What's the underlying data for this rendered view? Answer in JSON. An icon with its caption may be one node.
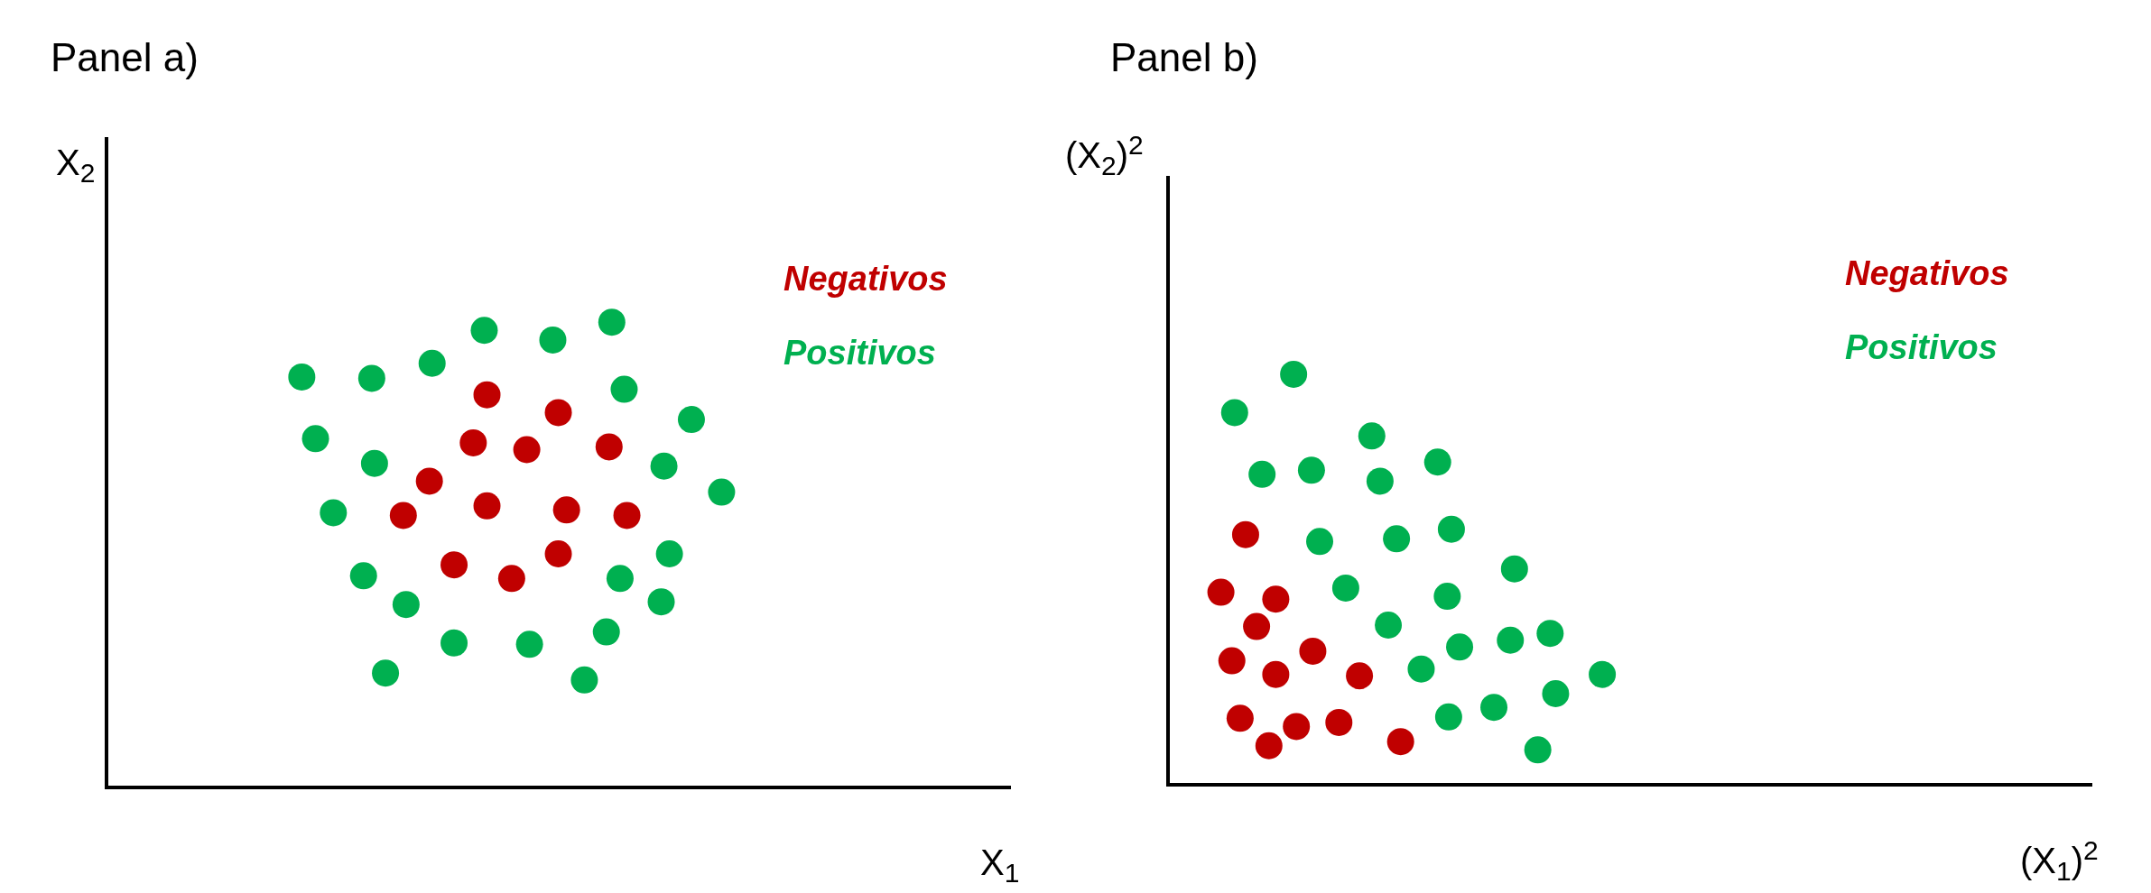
{
  "diagram": {
    "labels": [
      "Panel a)",
      "X$_{2}$",
      "Negativos",
      "Positivos",
      "X$_{1}$",
      "Panel b)",
      "(X$_{2}$)$^{2}$",
      "Negativos",
      "Positivos",
      "(X$_{1}$)$^{2}$"
    ]
  }
}
